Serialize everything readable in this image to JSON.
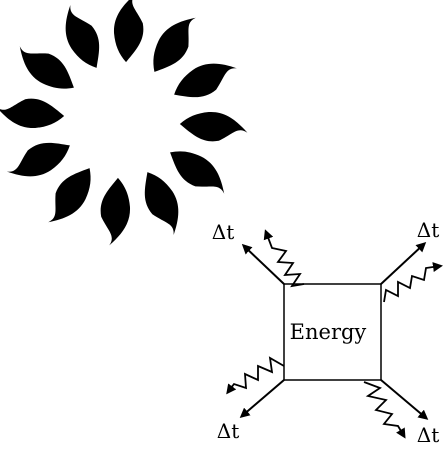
{
  "diagram": {
    "box_label": "Energy",
    "time_labels": [
      "Δt",
      "Δt",
      "Δt",
      "Δt"
    ],
    "colors": {
      "ink": "#000000",
      "background": "#ffffff"
    },
    "icon": "sun-icon"
  }
}
